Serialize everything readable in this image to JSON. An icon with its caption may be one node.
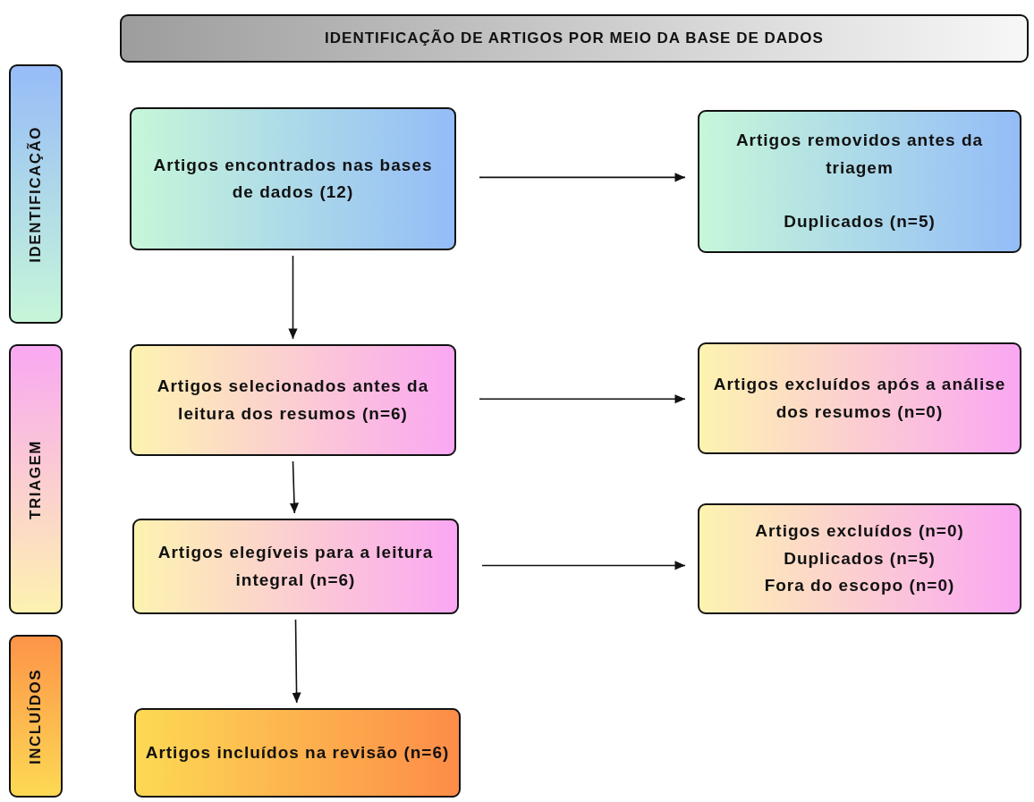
{
  "diagram": {
    "nodes": [
      {
        "text": [
          "IDENTIFICAÇÃO DE ARTIGOS POR MEIO DA BASE DE DADOS"
        ]
      },
      {
        "text": [
          "IDENTIFICAÇÃO"
        ]
      },
      {
        "text": [
          "Artigos encontrados nas bases de dados (12)"
        ]
      },
      {
        "text": [
          "Artigos removidos antes da triagem",
          "Duplicados (n=5)"
        ]
      },
      {
        "text": [
          "TRIAGEM"
        ]
      },
      {
        "text": [
          "Artigos selecionados antes da leitura dos resumos (n=6)"
        ]
      },
      {
        "text": [
          "Artigos excluídos após a análise dos resumos (n=0)"
        ]
      },
      {
        "text": [
          "Artigos elegíveis para a leitura integral (n=6)"
        ]
      },
      {
        "text": [
          "Artigos excluídos (n=0)",
          "Duplicados (n=5)",
          "Fora do escopo (n=0)"
        ]
      },
      {
        "text": [
          "INCLUÍDOS"
        ]
      },
      {
        "text": [
          "Artigos incluídos na revisão (n=6)"
        ]
      }
    ],
    "edges": [
      {
        "from": 2,
        "to": 3,
        "arrow": "to"
      },
      {
        "from": 2,
        "to": 5,
        "arrow": "to"
      },
      {
        "from": 5,
        "to": 6,
        "arrow": "to"
      },
      {
        "from": 5,
        "to": 7,
        "arrow": "to"
      },
      {
        "from": 7,
        "to": 8,
        "arrow": "to"
      },
      {
        "from": 7,
        "to": 10,
        "arrow": "to"
      }
    ]
  }
}
